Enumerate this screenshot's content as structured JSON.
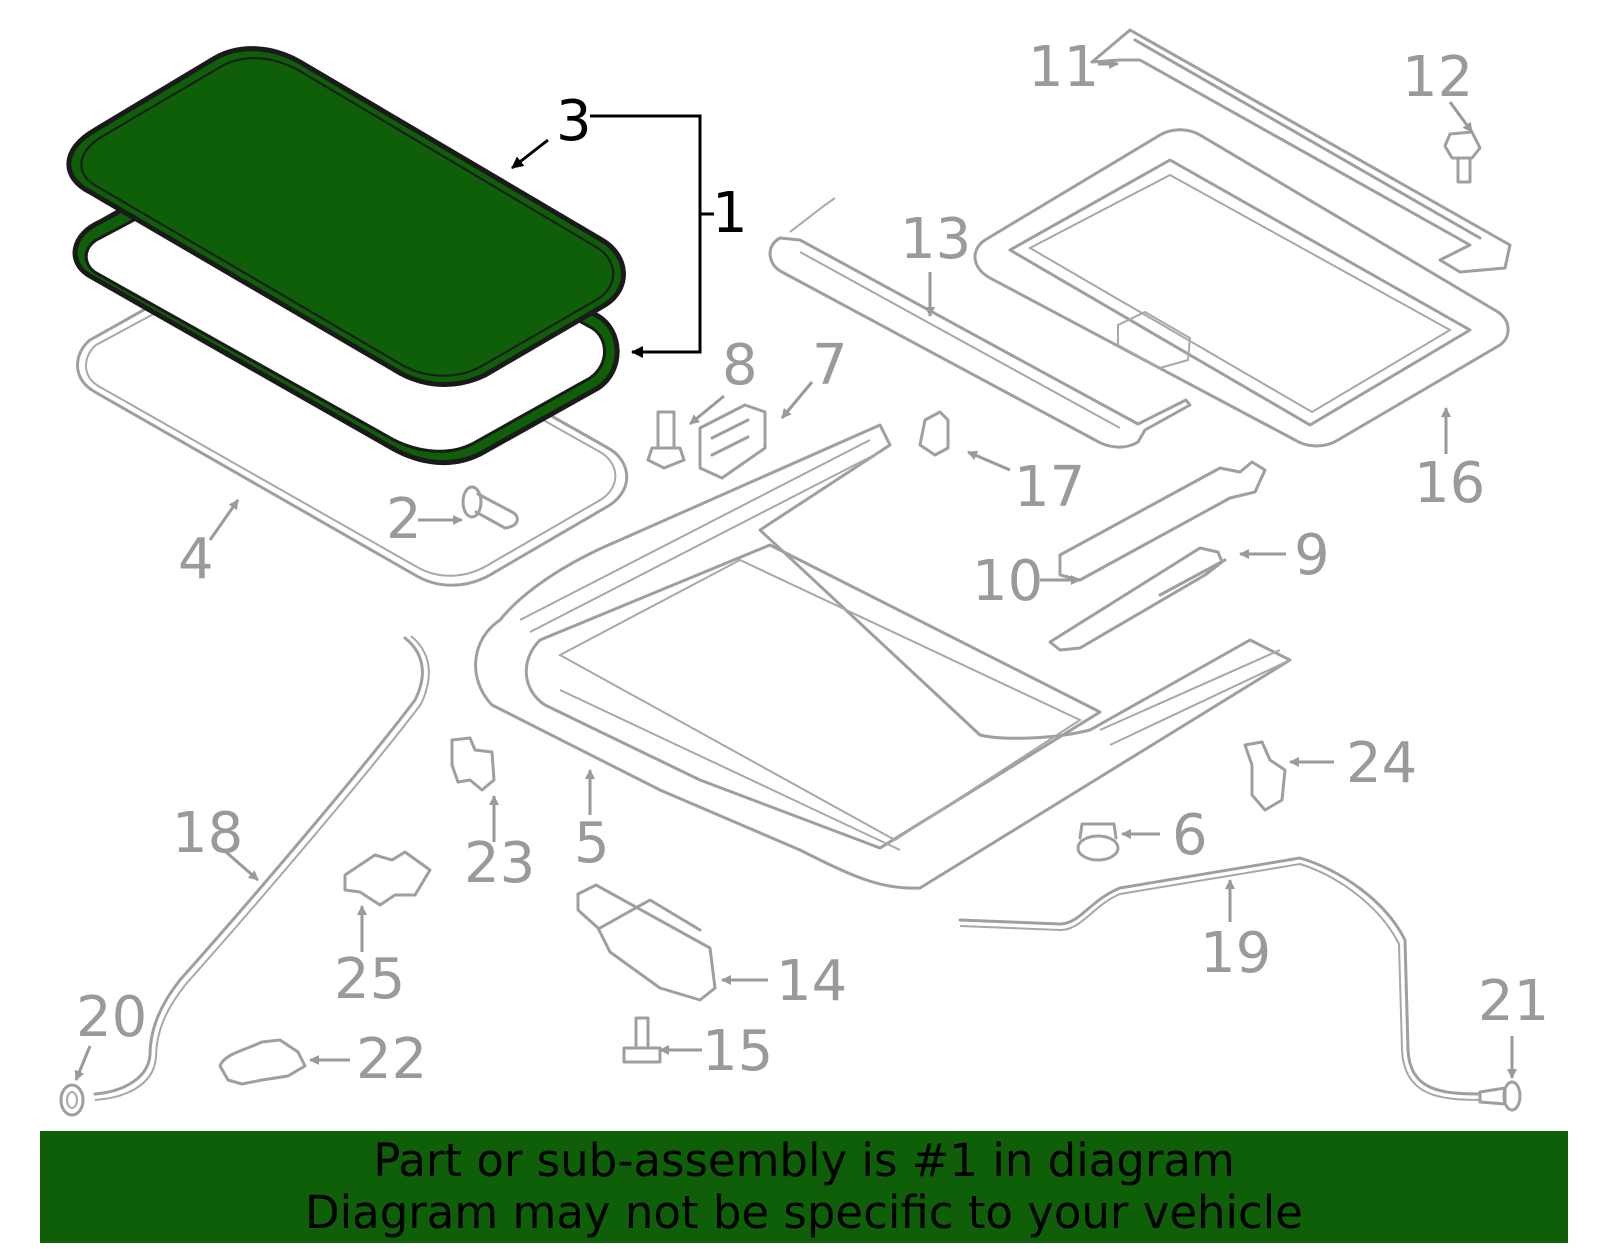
{
  "colors": {
    "highlight_fill": "#0f5e08",
    "outline": "#1a1a1a",
    "part_line": "#9f9f9f",
    "callout_text": "#9a9a9a",
    "callout_highlight_text": "#000000",
    "banner_background": "#0f5e08"
  },
  "highlighted_parts": [
    "1",
    "3"
  ],
  "callouts": {
    "c1": "1",
    "c2": "2",
    "c3": "3",
    "c4": "4",
    "c5": "5",
    "c6": "6",
    "c7": "7",
    "c8": "8",
    "c9": "9",
    "c10": "10",
    "c11": "11",
    "c12": "12",
    "c13": "13",
    "c14": "14",
    "c15": "15",
    "c16": "16",
    "c17": "17",
    "c18": "18",
    "c19": "19",
    "c20": "20",
    "c21": "21",
    "c22": "22",
    "c23": "23",
    "c24": "24",
    "c25": "25"
  },
  "banner": {
    "line1": "Part or sub-assembly is #1 in diagram",
    "line2": "Diagram may not be specific to your vehicle"
  }
}
